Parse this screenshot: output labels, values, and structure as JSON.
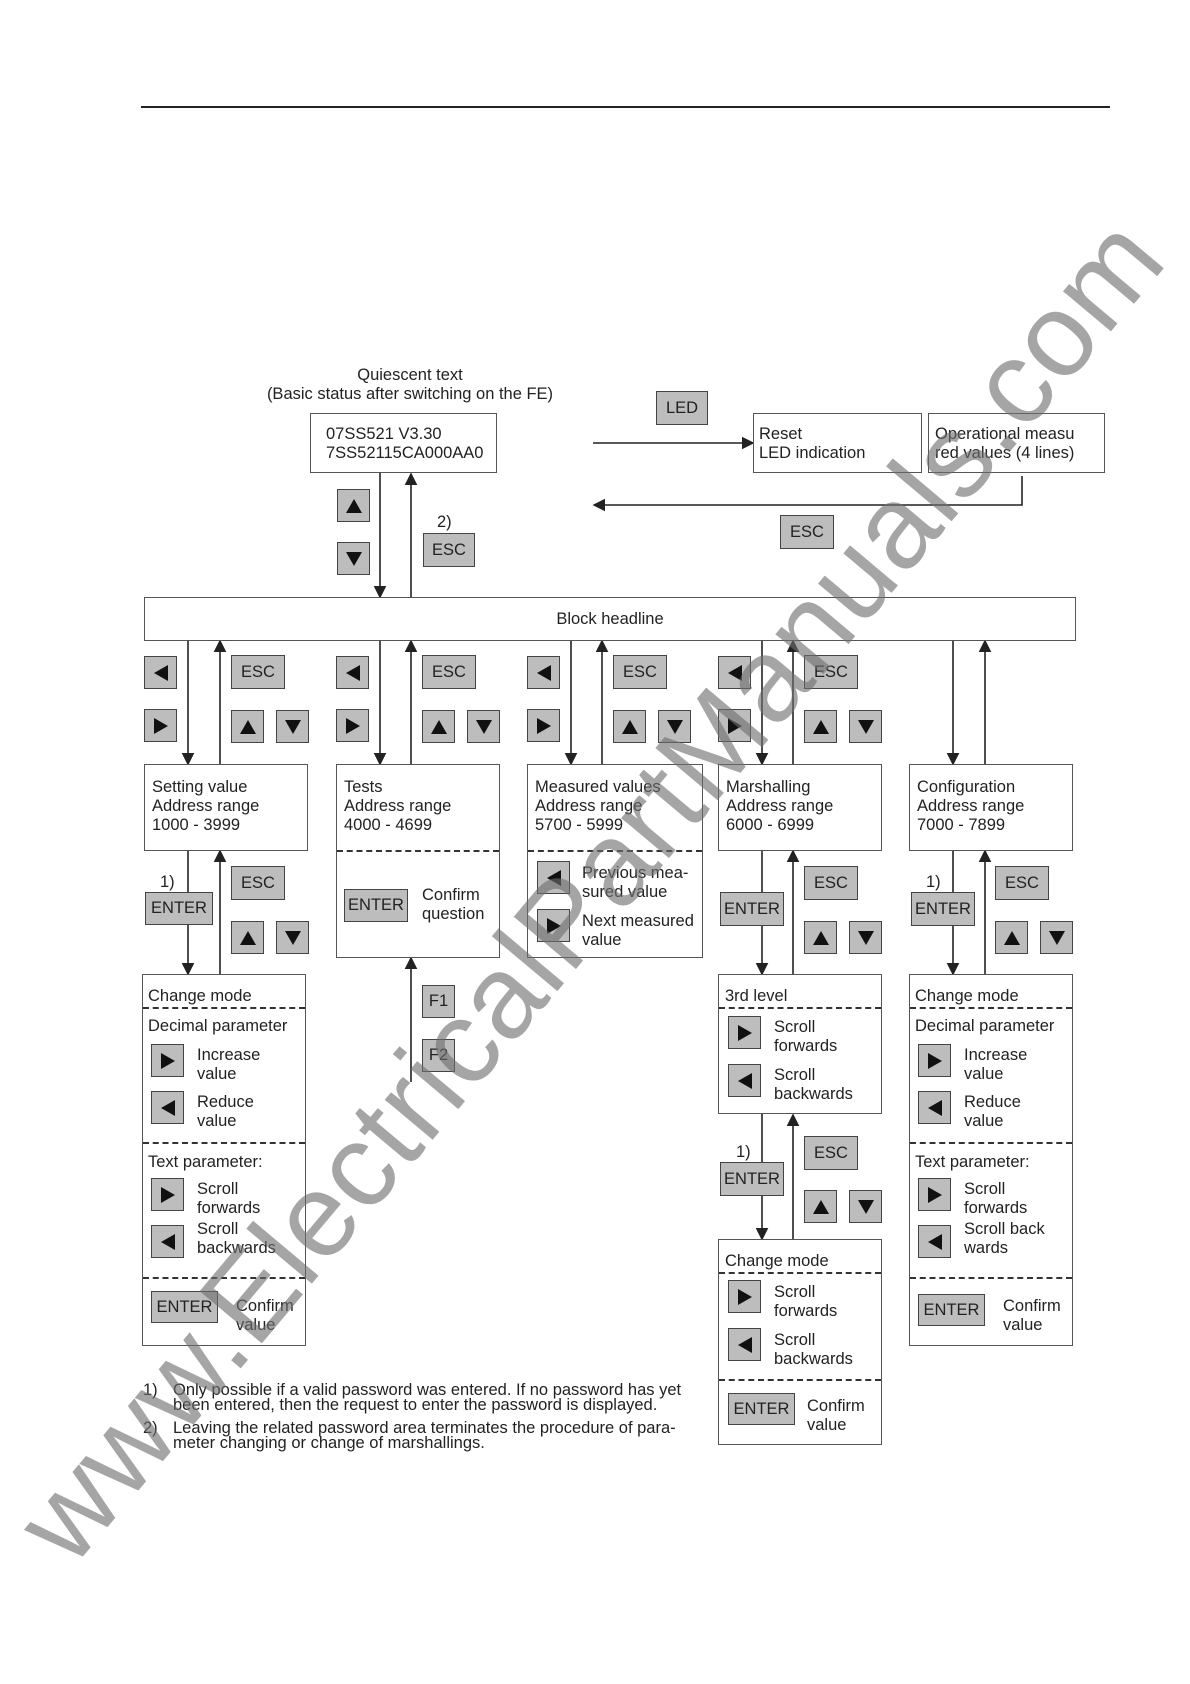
{
  "header_rule": true,
  "quiescent": {
    "caption1": "Quiescent text",
    "caption2": "(Basic status after switching on the FE)",
    "line1": "07SS521  V3.30",
    "line2": "7SS52115CA000AA0"
  },
  "keys": {
    "led": "LED",
    "esc": "ESC",
    "enter": "ENTER",
    "f1": "F1",
    "f2": "F2"
  },
  "led_panel": {
    "reset_line1": "Reset",
    "reset_line2": "LED indication",
    "oper_line1": "Operational measu",
    "oper_line2": "red values (4 lines)"
  },
  "note_marks": {
    "n1": "1)",
    "n2": "2)"
  },
  "block_headline": "Block headline",
  "blocks": {
    "setting": {
      "title": "Setting value",
      "range_label": "Address range",
      "range": "1000 - 3999"
    },
    "tests": {
      "title": "Tests",
      "range_label": "Address range",
      "range": "4000 - 4699"
    },
    "measured": {
      "title": "Measured values",
      "range_label": "Address range",
      "range": "5700 - 5999"
    },
    "marshalling": {
      "title": "Marshalling",
      "range_label": "Address range",
      "range": "6000 - 6999"
    },
    "configuration": {
      "title": "Configuration",
      "range_label": "Address range",
      "range": "7000 - 7899"
    }
  },
  "tests_confirm": {
    "line1": "Confirm",
    "line2": "question"
  },
  "measured_nav": {
    "prev1": "Previous mea-",
    "prev2": "sured value",
    "next1": "Next measured",
    "next2": "value"
  },
  "change_mode_setting": {
    "title": "Change mode",
    "decimal": "Decimal parameter",
    "inc1": "Increase",
    "inc2": "value",
    "red1": "Reduce",
    "red2": "value",
    "text_param": "Text parameter:",
    "fwd1": "Scroll",
    "fwd2": "forwards",
    "back1": "Scroll",
    "back2": "backwards",
    "confirm1": "Confirm",
    "confirm2": "value"
  },
  "third_level": {
    "title": "3rd level",
    "fwd1": "Scroll",
    "fwd2": "forwards",
    "back1": "Scroll",
    "back2": "backwards"
  },
  "change_mode_marshal": {
    "title": "Change mode",
    "fwd1": "Scroll",
    "fwd2": "forwards",
    "back1": "Scroll",
    "back2": "backwards",
    "confirm1": "Confirm",
    "confirm2": "value"
  },
  "change_mode_config": {
    "title": "Change mode",
    "decimal": "Decimal parameter",
    "inc1": "Increase",
    "inc2": "value",
    "red1": "Reduce",
    "red2": "value",
    "text_param": "Text parameter:",
    "fwd1": "Scroll",
    "fwd2": "forwards",
    "back1": "Scroll back",
    "back2": "wards",
    "confirm1": "Confirm",
    "confirm2": "value"
  },
  "footnotes": {
    "n1_mark": "1)",
    "n1_line1": "Only possible if a valid password was entered. If no password has yet",
    "n1_line2": "been entered, then the request to enter the password is displayed.",
    "n2_mark": "2)",
    "n2_line1": "Leaving the related password area terminates the procedure of para-",
    "n2_line2": "meter changing or change of marshallings."
  },
  "watermark": "www.ElectricalPartManuals.com",
  "colors": {
    "key_fill": "#bdbdbd",
    "line": "#333333",
    "watermark": "#6e6e6e"
  }
}
